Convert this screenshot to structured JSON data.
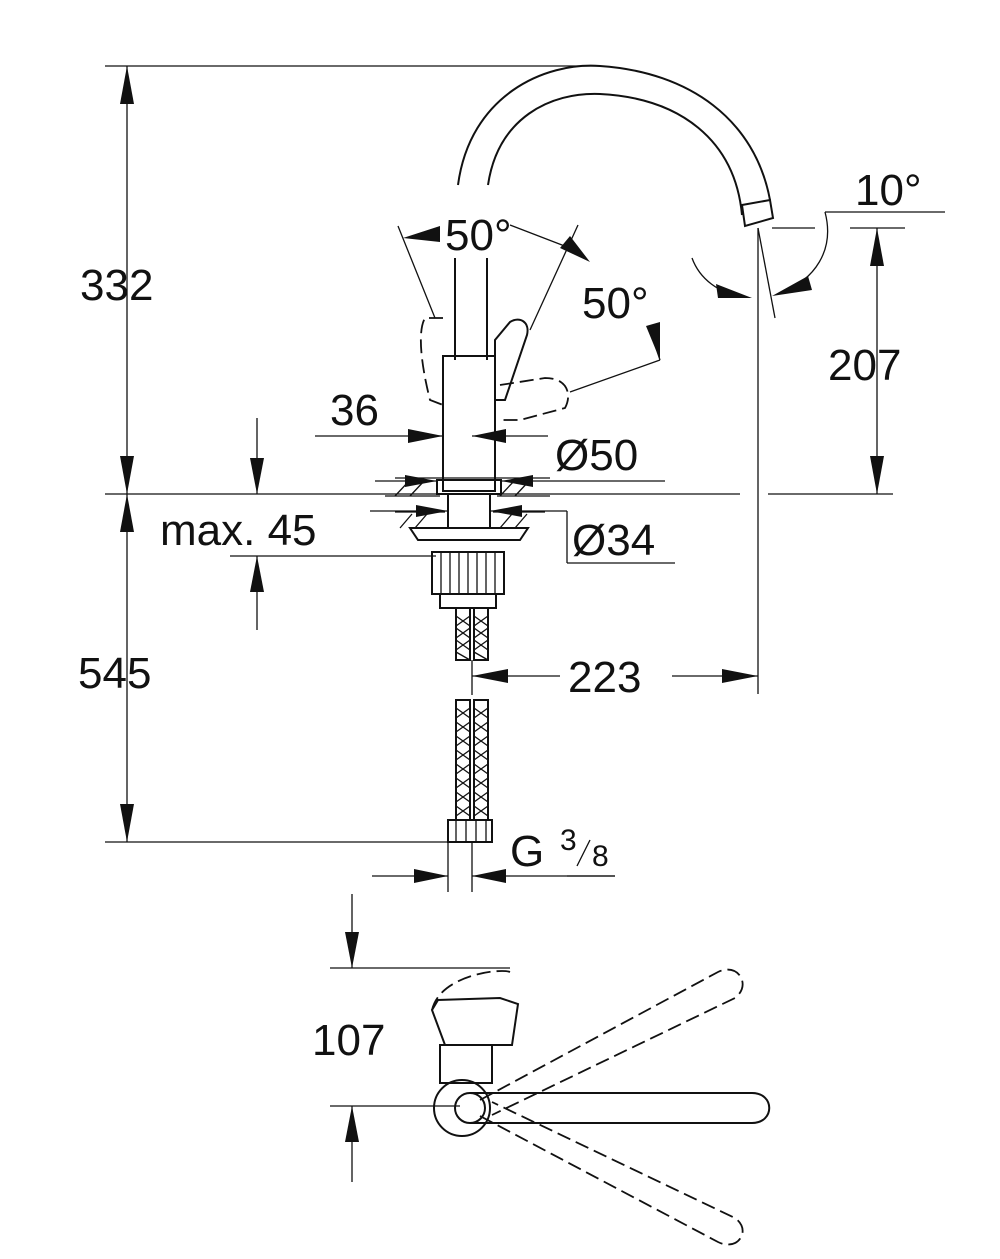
{
  "dimensions": {
    "total_height_above_deck": "332",
    "spout_angle": "10°",
    "lever_angle_left": "50°",
    "lever_angle_right": "50°",
    "spout_outlet_height": "207",
    "lever_body_width": "36",
    "base_diameter": "Ø50",
    "max_deck_thickness": "max. 45",
    "mount_hole_diameter": "Ø34",
    "hose_length": "545",
    "spout_reach": "223",
    "connection_thread_main": "G",
    "connection_thread_num": "3",
    "connection_thread_den": "8",
    "top_view_lever_height": "107"
  },
  "colors": {
    "line": "#111111",
    "background": "#ffffff"
  }
}
